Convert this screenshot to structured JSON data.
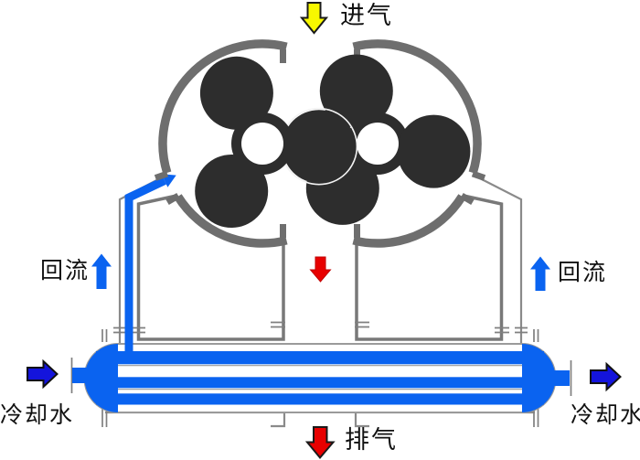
{
  "labels": {
    "intake": "进气",
    "exhaust": "排气",
    "backflow_left": "回流",
    "backflow_right": "回流",
    "cooling_in": "冷却水",
    "cooling_out": "冷却水"
  },
  "colors": {
    "intake_arrow": "#f8f800",
    "exhaust_arrow": "#e80000",
    "internal_flow_arrow": "#e80000",
    "backflow_arrow": "#0a63f0",
    "cooling_water_arrow": "#1414dc",
    "coolant_blue": "#0a63f0",
    "rotor_dark": "#2d2d2d",
    "casing_gray": "#6e6e6e",
    "wall_gray": "#808080"
  },
  "arrows": [
    {
      "name": "intake-arrow",
      "direction": "down",
      "color": "#f8f800",
      "label": "进气"
    },
    {
      "name": "internal-discharge-arrow",
      "direction": "down",
      "color": "#e80000",
      "label": ""
    },
    {
      "name": "exhaust-arrow",
      "direction": "down",
      "color": "#e80000",
      "label": "排气"
    },
    {
      "name": "backflow-left-arrow",
      "direction": "up",
      "color": "#0a63f0",
      "label": "回流"
    },
    {
      "name": "backflow-right-arrow",
      "direction": "up",
      "color": "#0a63f0",
      "label": "回流"
    },
    {
      "name": "cooling-in-arrow",
      "direction": "right",
      "color": "#1414dc",
      "label": "冷却水"
    },
    {
      "name": "cooling-out-arrow",
      "direction": "right",
      "color": "#1414dc",
      "label": "冷却水"
    }
  ],
  "components": {
    "blower": "罗茨鼓风机转子与机壳",
    "heat_exchanger": "冷却器",
    "return_line": "回流管路"
  }
}
